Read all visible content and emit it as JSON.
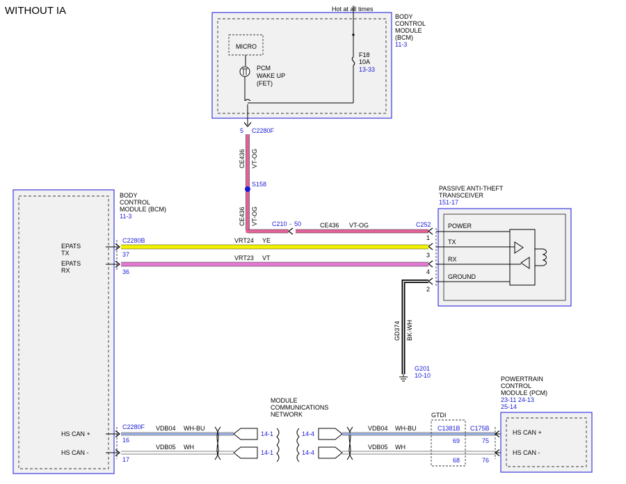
{
  "page_title": "WITHOUT IA",
  "bcm_top": {
    "name_lines": [
      "BODY",
      "CONTROL",
      "MODULE",
      "(BCM)"
    ],
    "ref": "11-3",
    "micro": "MICRO",
    "fet_lines": [
      "PCM",
      "WAKE UP",
      "(FET)"
    ],
    "hot_label": "Hot at all times",
    "fuse_lines": [
      "F18",
      "10A"
    ],
    "fuse_ref": "13-33"
  },
  "c2280f_top": {
    "pin": "5",
    "connector": "C2280F"
  },
  "ce436_vertical": {
    "circuit": "CE436",
    "color": "VT-OG"
  },
  "splice": {
    "label": "S158"
  },
  "c210": {
    "connector": "C210",
    "pin": "50"
  },
  "ce436_horizontal": {
    "circuit": "CE436",
    "color": "VT-OG"
  },
  "pats": {
    "name_lines": [
      "PASSIVE ANTI-THEFT",
      "TRANSCEIVER"
    ],
    "ref": "151-17",
    "connector": "C252",
    "pins": [
      {
        "pin": "1",
        "label": "POWER"
      },
      {
        "pin": "3",
        "label": "TX"
      },
      {
        "pin": "4",
        "label": "RX"
      },
      {
        "pin": "2",
        "label": "GROUND"
      }
    ]
  },
  "bcm_left": {
    "name_lines": [
      "BODY",
      "CONTROL",
      "MODULE (BCM)"
    ],
    "ref": "11-3",
    "epats_tx": [
      "EPATS",
      "TX"
    ],
    "epats_rx": [
      "EPATS",
      "RX"
    ],
    "hs_can_plus": "HS CAN +",
    "hs_can_minus": "HS CAN -"
  },
  "c2280b": {
    "connector": "C2280B",
    "pin_tx": "37",
    "pin_rx": "36"
  },
  "vrt24": {
    "circuit": "VRT24",
    "color": "YE"
  },
  "vrt23": {
    "circuit": "VRT23",
    "color": "VT"
  },
  "ground_wire": {
    "circuit": "GD374",
    "color": "BK-WH"
  },
  "ground_point": {
    "label": "G201",
    "ref": "10-10"
  },
  "mcn": {
    "name_lines": [
      "MODULE",
      "COMMUNICATIONS",
      "NETWORK"
    ],
    "ref_left_plus": "14-1",
    "ref_left_minus": "14-1",
    "ref_right_plus": "14-4",
    "ref_right_minus": "14-4"
  },
  "c2280f_bottom": {
    "connector": "C2280F",
    "pin_plus": "16",
    "pin_minus": "17"
  },
  "vdb04": {
    "circuit": "VDB04",
    "color": "WH-BU"
  },
  "vdb05": {
    "circuit": "VDB05",
    "color": "WH"
  },
  "gtdi": {
    "label": "GTDI",
    "connector": "C1381B",
    "pin_plus": "69",
    "pin_minus": "68"
  },
  "c175b": {
    "connector": "C175B",
    "pin_plus": "75",
    "pin_minus": "76"
  },
  "pcm": {
    "name_lines": [
      "POWERTRAIN",
      "CONTROL",
      "MODULE (PCM)"
    ],
    "refs": [
      "23-11  24-13",
      "25-14"
    ],
    "hs_can_plus": "HS CAN +",
    "hs_can_minus": "HS CAN -"
  },
  "colors": {
    "module_border": "#3a3ae0",
    "module_fill": "#f1f1f1",
    "ref_blue": "#1a1ad6",
    "wire_vt_og": "#e2629a",
    "wire_ye": "#f2f200",
    "wire_vt": "#e07ad0",
    "splice_dot": "#1a1ad6"
  }
}
